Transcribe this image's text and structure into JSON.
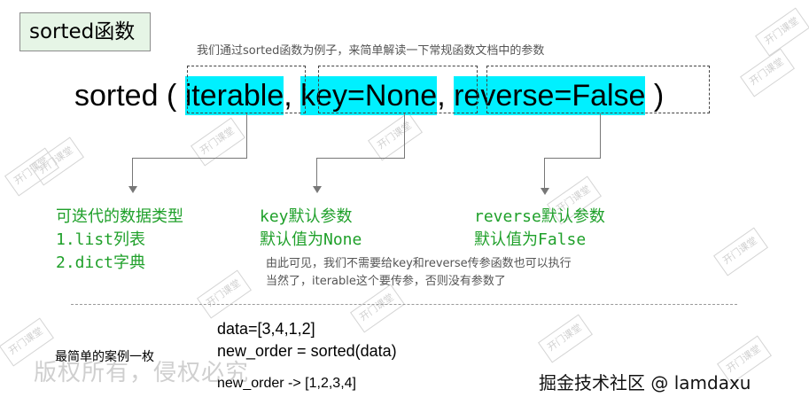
{
  "title": "sorted函数",
  "top_note": "我们通过sorted函数为例子，来简单解读一下常规函数文档中的参数",
  "signature": {
    "prefix": "sorted ( ",
    "param1": "iterable",
    "comma1": ", ",
    "param2": "key=None",
    "comma2": ", ",
    "param3": "reverse=False",
    "suffix": " )"
  },
  "annotations": {
    "iterable": [
      "可迭代的数据类型",
      "1.list列表",
      "2.dict字典"
    ],
    "key": [
      "key默认参数",
      "默认值为None"
    ],
    "reverse": [
      "reverse默认参数",
      "默认值为False"
    ]
  },
  "note_mid": [
    "由此可见，我们不需要给key和reverse传参函数也可以执行",
    "当然了，iterable这个要传参，否则没有参数了"
  ],
  "example_label": "最简单的案例一枚",
  "code": [
    "data=[3,4,1,2]",
    "new_order = sorted(data)",
    "new_order -> [1,2,3,4]"
  ],
  "watermark": "版权所有，侵权必究",
  "stamp_text": "开门课堂",
  "footer": "掘金技术社区 @ lamdaxu",
  "colors": {
    "highlight": "#00f0ff",
    "green": "#1fa02a",
    "title_bg": "#e6f5e6"
  }
}
